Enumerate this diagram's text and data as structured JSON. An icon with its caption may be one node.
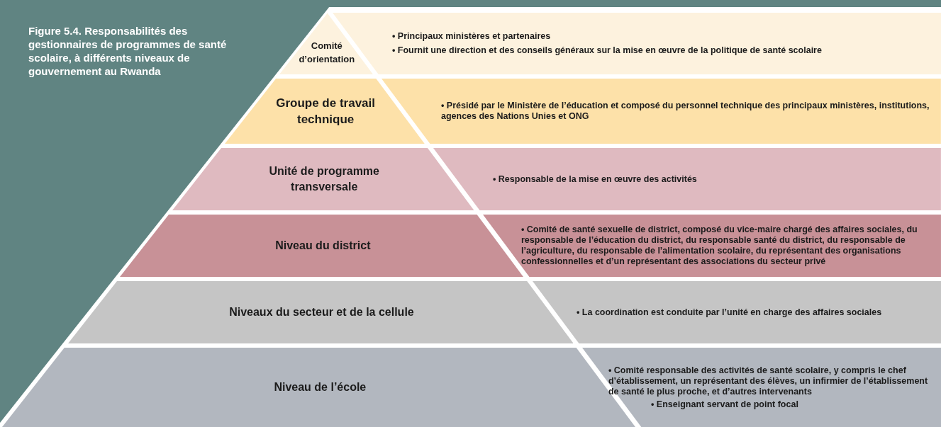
{
  "diagram": {
    "title": "Figure 5.4. Responsabilités des gestionnaires de programmes de santé scolaire, à différents niveaux de gouvernement au Rwanda",
    "nodes": [
      {
        "text": [
          "Comité d’orientation"
        ]
      },
      {
        "text": [
          "• Principaux ministères et partenaires",
          "• Fournit une direction et des conseils généraux sur la mise en œuvre de la politique de santé scolaire"
        ]
      },
      {
        "text": [
          "Groupe de travail technique"
        ]
      },
      {
        "text": [
          "• Présidé par le Ministère de l’éducation et composé du personnel technique des principaux ministères, institutions, agences des Nations Unies et ONG"
        ]
      },
      {
        "text": [
          "Unité de programme transversale"
        ]
      },
      {
        "text": [
          "• Responsable de la mise en œuvre des activités"
        ]
      },
      {
        "text": [
          "Niveau du district"
        ]
      },
      {
        "text": [
          "• Comité de santé sexuelle de district, composé du vice-maire chargé des affaires sociales, du responsable de l’éducation du district, du responsable santé du district, du responsable de l’agriculture, du responsable de l’alimentation scolaire, du représentant des organisations confessionnelles et d’un représentant des associations du secteur privé"
        ]
      },
      {
        "text": [
          "Niveaux du secteur et de la cellule"
        ]
      },
      {
        "text": [
          "• La coordination est conduite par l’unité en charge des affaires sociales"
        ]
      },
      {
        "text": [
          "Niveau de l’école"
        ]
      },
      {
        "text": [
          "• Comité responsable des activités de santé scolaire, y compris le chef d’établissement, un représentant des élèves, un infirmier de l’établissement de santé le plus proche, et d’autres intervenants",
          "• Enseignant servant de point focal"
        ]
      }
    ]
  }
}
